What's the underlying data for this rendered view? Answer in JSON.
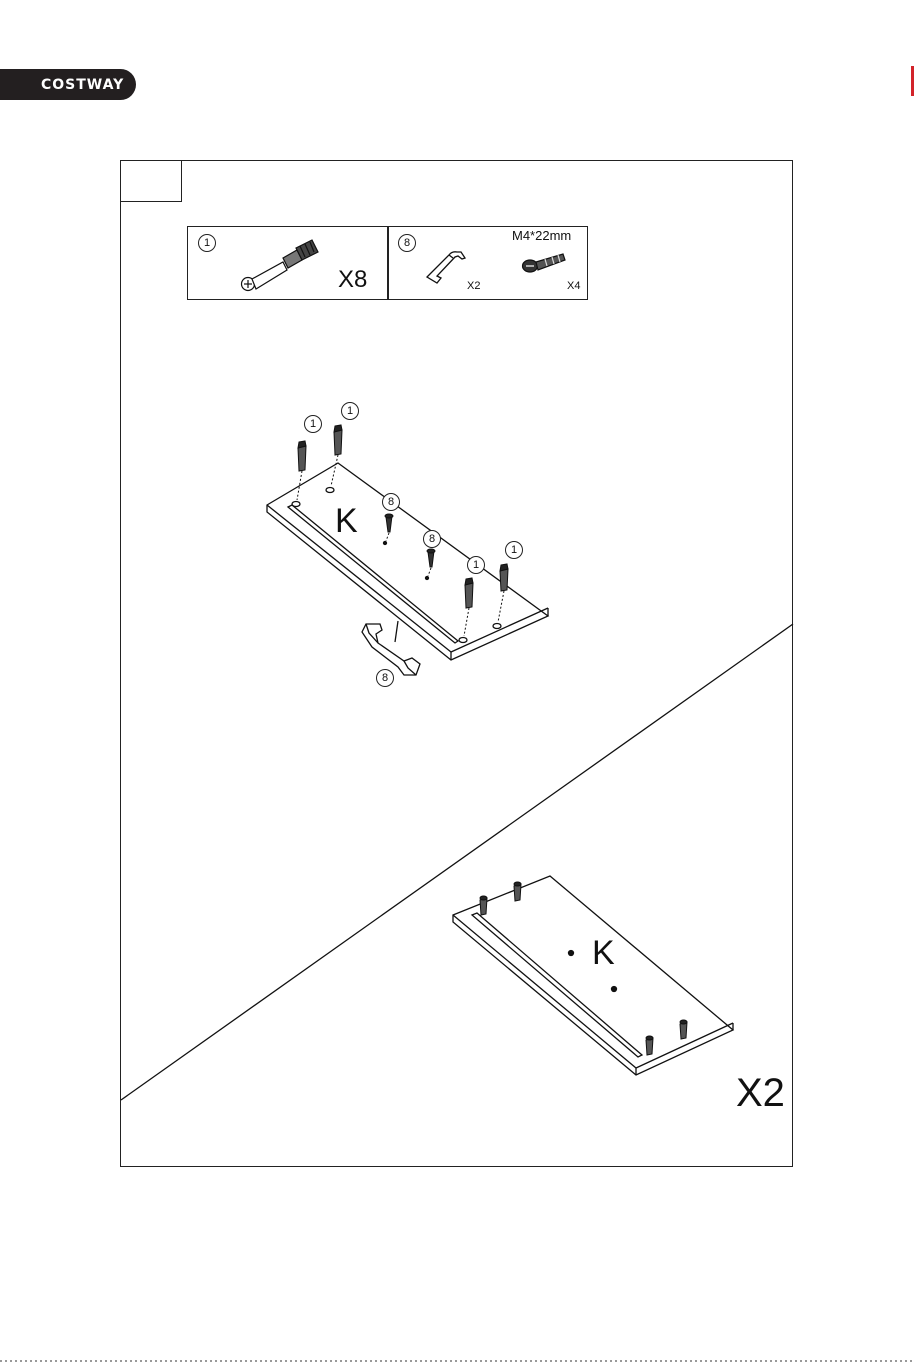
{
  "brand": {
    "name": "COSTWAY"
  },
  "parts": {
    "cam_bolt": {
      "callout": "1",
      "quantity": "X8"
    },
    "handle_set": {
      "callout": "8",
      "screw_spec": "M4*22mm",
      "handle_quantity": "X2",
      "screw_quantity": "X4"
    }
  },
  "assembly": {
    "panel_label": "K",
    "callouts": [
      "1",
      "1",
      "8",
      "8",
      "1",
      "1",
      "8"
    ]
  },
  "result": {
    "panel_label": "K",
    "multiplier": "X2"
  }
}
